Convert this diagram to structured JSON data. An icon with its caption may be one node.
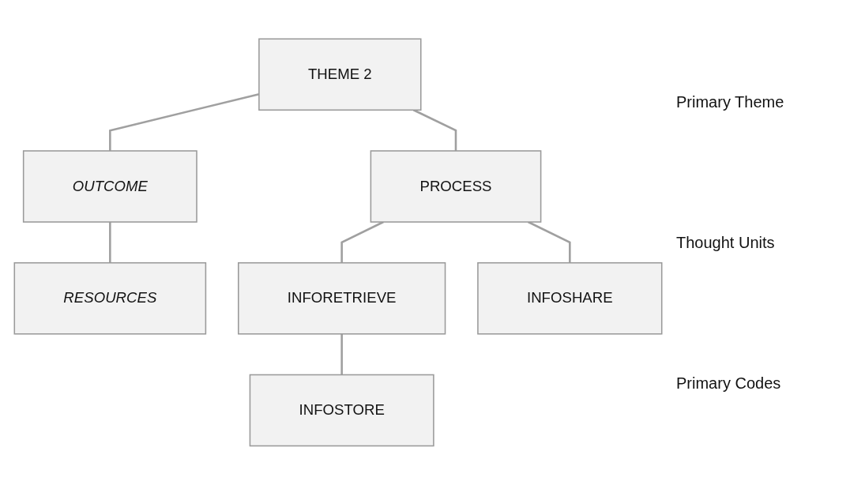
{
  "diagram": {
    "nodes": [
      {
        "text": [
          "THEME 2"
        ]
      },
      {
        "text": [
          "OUTCOME"
        ]
      },
      {
        "text": [
          "PROCESS"
        ]
      },
      {
        "text": [
          "RESOURCES"
        ]
      },
      {
        "text": [
          "INFORETRIEVE"
        ]
      },
      {
        "text": [
          "INFOSHARE"
        ]
      },
      {
        "text": [
          "INFOSTORE"
        ]
      }
    ],
    "edges": [
      {
        "from": 0,
        "to": 1,
        "arrow": "none"
      },
      {
        "from": 0,
        "to": 2,
        "arrow": "none"
      },
      {
        "from": 1,
        "to": 3,
        "arrow": "none"
      },
      {
        "from": 2,
        "to": 4,
        "arrow": "none"
      },
      {
        "from": 2,
        "to": 5,
        "arrow": "none"
      },
      {
        "from": 4,
        "to": 6,
        "arrow": "none"
      }
    ],
    "labels": [
      "Primary Theme",
      "Thought Units",
      "Primary Codes"
    ]
  }
}
